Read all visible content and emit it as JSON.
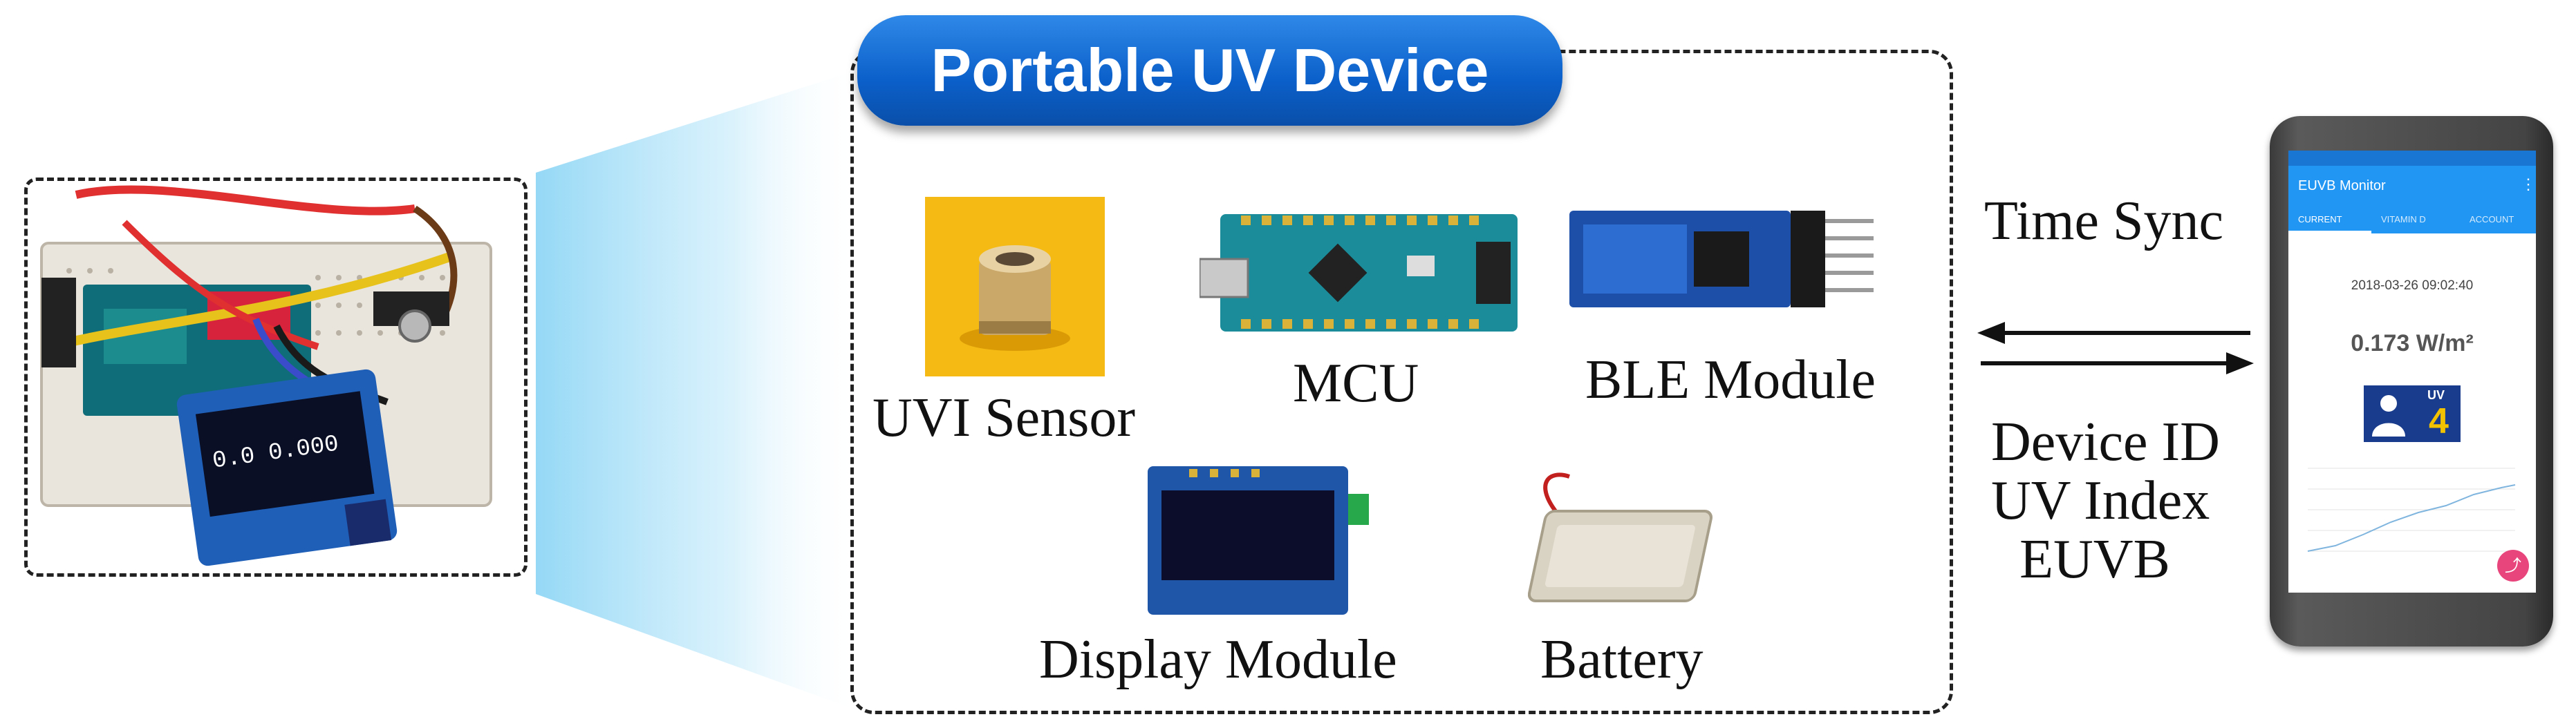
{
  "title": "Portable UV Device",
  "components": {
    "uvi_sensor": "UVI Sensor",
    "mcu": "MCU",
    "ble_module": "BLE Module",
    "display_module": "Display Module",
    "battery": "Battery"
  },
  "link": {
    "to_device": "Time Sync",
    "to_phone_lines": [
      "Device ID",
      "UV Index",
      "EUVB"
    ]
  },
  "phone": {
    "app_title": "EUVB Monitor",
    "tabs": [
      "CURRENT",
      "VITAMIN D",
      "ACCOUNT"
    ],
    "timestamp": "2018-03-26 09:02:40",
    "reading": "0.173 W/m²",
    "uv_badge_text": "UV",
    "uv_index": "4"
  },
  "colors": {
    "title_bg": "#0b5fc9",
    "phone_app_bar": "#2196f3",
    "fab": "#e8457c",
    "uv_badge": "#1a3c8c",
    "uv_number": "#f2c200"
  }
}
